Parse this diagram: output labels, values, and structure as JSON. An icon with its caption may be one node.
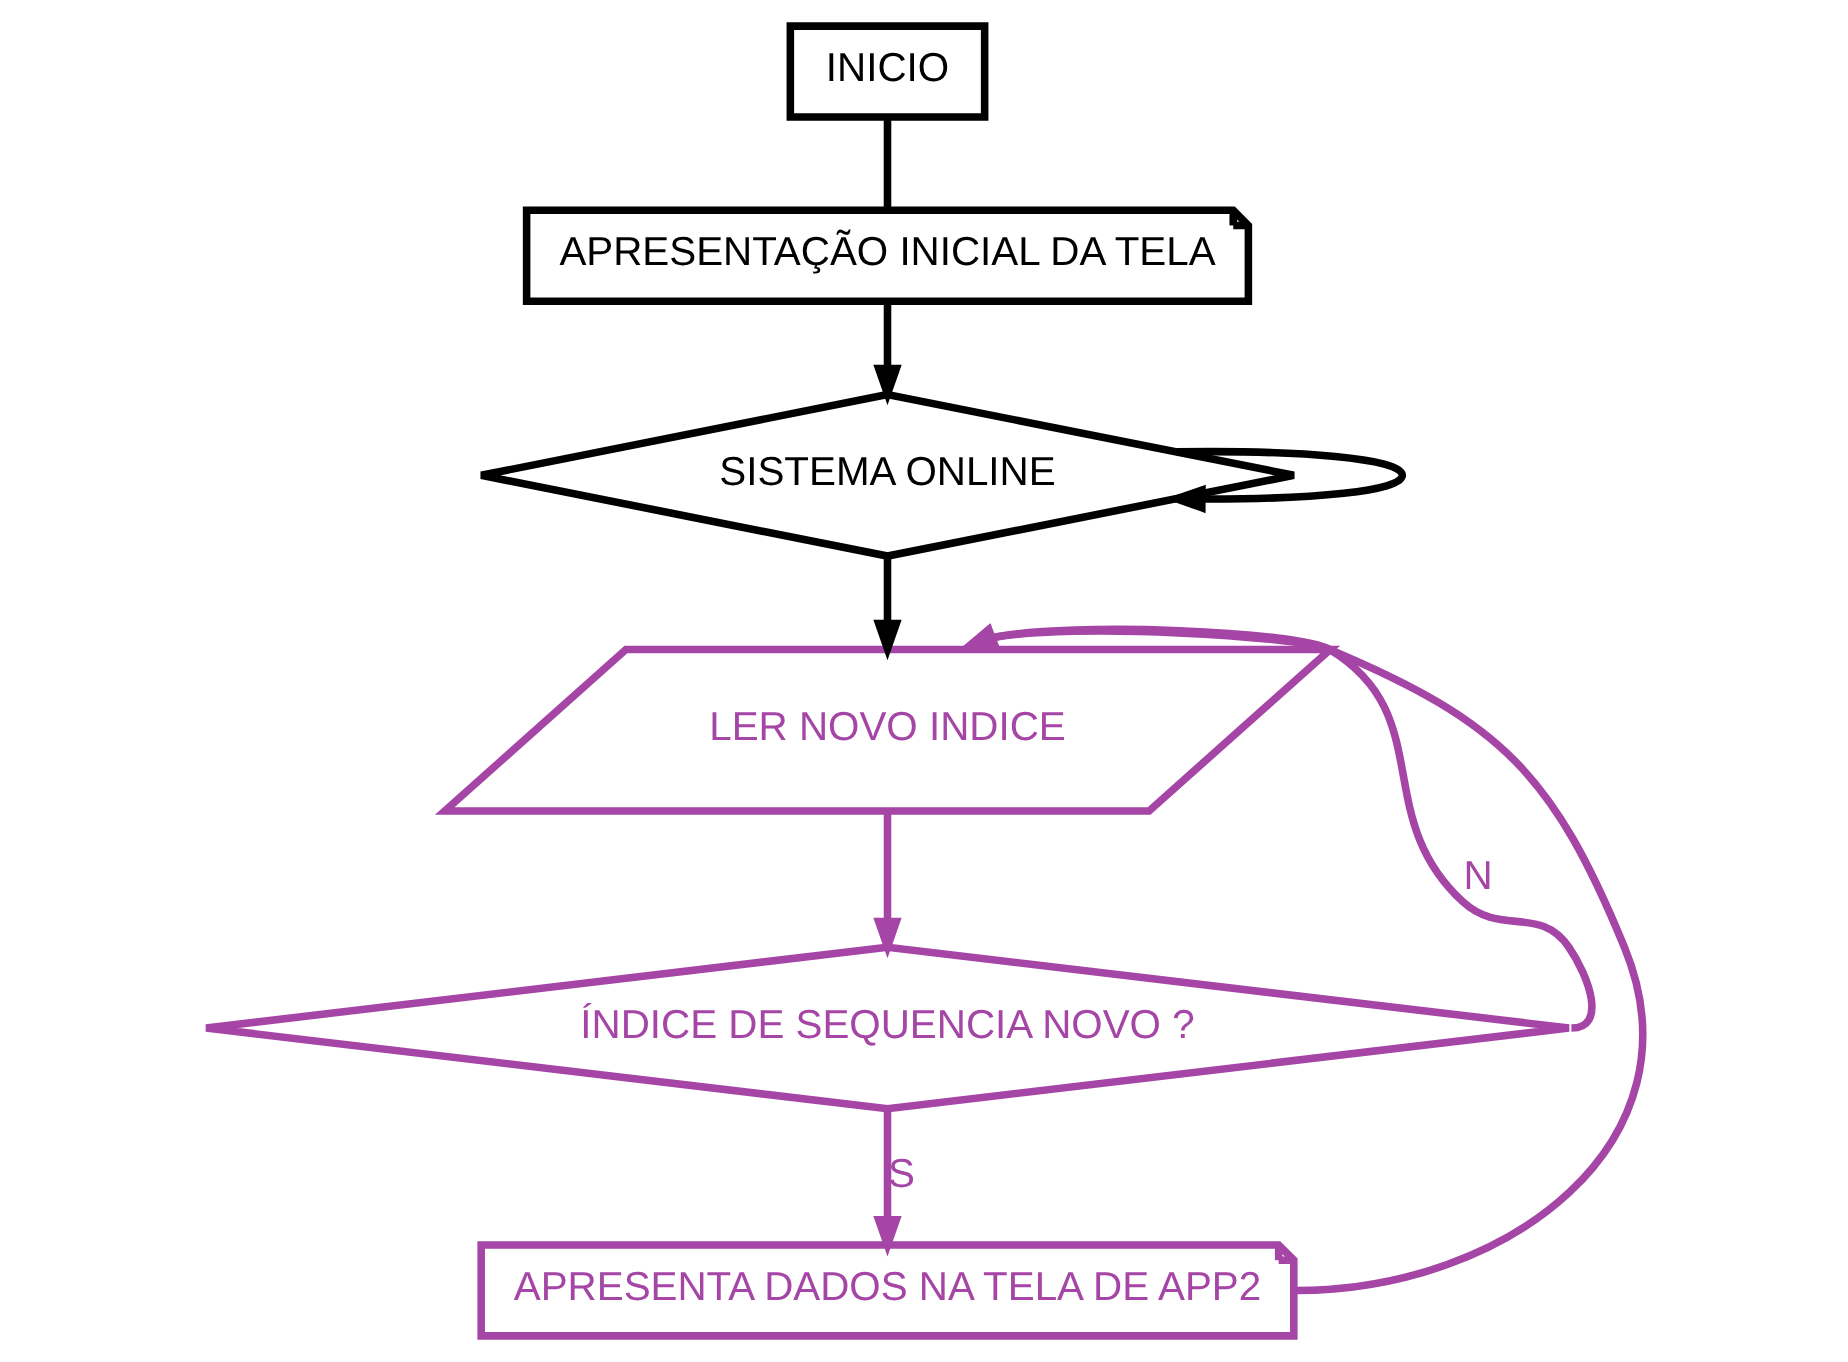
{
  "diagram": {
    "nodes": [
      {
        "text": [
          "INICIO"
        ]
      },
      {
        "text": [
          "APRESENTAÇÃO INICIAL DA TELA"
        ]
      },
      {
        "text": [
          "SISTEMA ONLINE"
        ]
      },
      {
        "text": [
          "LER NOVO INDICE"
        ]
      },
      {
        "text": [
          "ÍNDICE DE SEQUENCIA NOVO ?"
        ]
      },
      {
        "text": [
          "APRESENTA DADOS NA TELA DE APP2"
        ]
      }
    ],
    "edges": [
      {
        "from": 0,
        "to": 1,
        "arrow": "none"
      },
      {
        "from": 1,
        "to": 2,
        "arrow": "to"
      },
      {
        "from": 2,
        "to": 2,
        "arrow": "to"
      },
      {
        "from": 2,
        "to": 3,
        "arrow": "to"
      },
      {
        "from": 3,
        "to": 4,
        "arrow": "to",
        "color": "#a545a5"
      },
      {
        "from": 4,
        "to": 3,
        "arrow": "to",
        "label": "N",
        "color": "#a545a5"
      },
      {
        "from": 4,
        "to": 5,
        "arrow": "to",
        "label": "S",
        "color": "#a545a5"
      },
      {
        "from": 5,
        "to": 3,
        "arrow": "to",
        "color": "#a545a5"
      }
    ]
  }
}
